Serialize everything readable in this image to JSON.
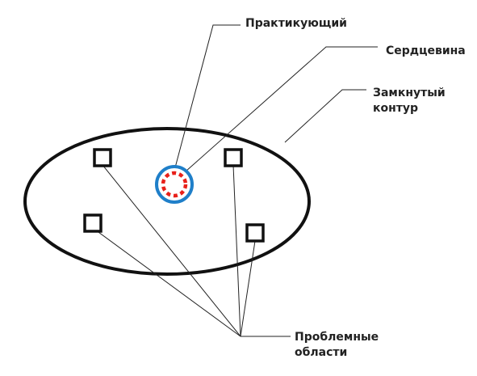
{
  "labels": {
    "practitioner": "Практикующий",
    "core": "Сердцевина",
    "closed_loop": {
      "line1": "Замкнутый",
      "line2": "контур"
    },
    "problem_areas": {
      "line1": "Проблемные",
      "line2": "области"
    }
  },
  "colors": {
    "outline": "#111111",
    "core_ring": "#1f7fc9",
    "core_dashes": "#e8201a",
    "leader_line": "#222222",
    "text": "#222222"
  },
  "counts": {
    "problem_squares": 4
  }
}
